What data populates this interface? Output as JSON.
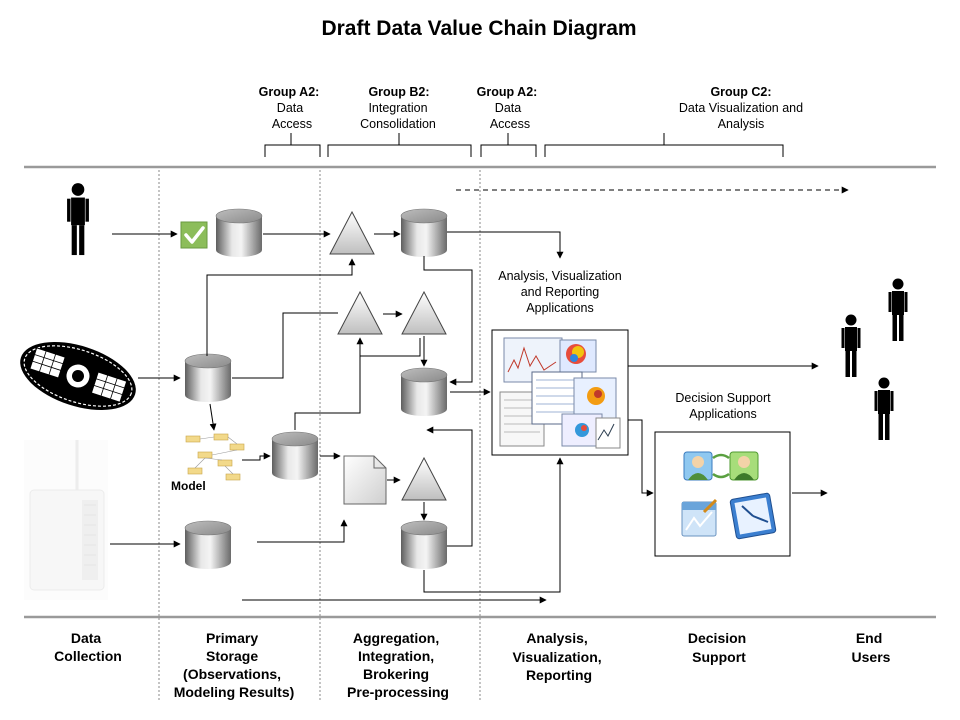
{
  "title": "Draft Data Value Chain Diagram",
  "groups": [
    {
      "bold": "Group A2",
      "line1": "Data",
      "line2": "Access"
    },
    {
      "bold": "Group B2",
      "line1": "Integration",
      "line2": "Consolidation"
    },
    {
      "bold": "Group A2",
      "line1": "Data",
      "line2": "Access"
    },
    {
      "bold": "Group C2",
      "line1": "Data Visualization and",
      "line2": "Analysis"
    }
  ],
  "group_colon": ":",
  "analysis_apps": {
    "line1": "Analysis, Visualization",
    "line2": "and Reporting",
    "line3": "Applications"
  },
  "decision_apps": {
    "line1": "Decision Support",
    "line2": "Applications"
  },
  "model_label": "Model",
  "stages": [
    {
      "lines": [
        "Data",
        "Collection"
      ]
    },
    {
      "lines": [
        "Primary",
        "Storage",
        "(Observations,",
        "Modeling Results)"
      ]
    },
    {
      "lines": [
        "Aggregation,",
        "Integration,",
        "Brokering",
        "Pre-processing"
      ]
    },
    {
      "lines": [
        "Analysis,",
        "Visualization,",
        "Reporting"
      ]
    },
    {
      "lines": [
        "Decision",
        "Support"
      ]
    },
    {
      "lines": [
        "End",
        "Users"
      ]
    }
  ],
  "colors": {
    "accent_check": "#8cbd5a",
    "rule_gray": "#9a9a9a"
  }
}
